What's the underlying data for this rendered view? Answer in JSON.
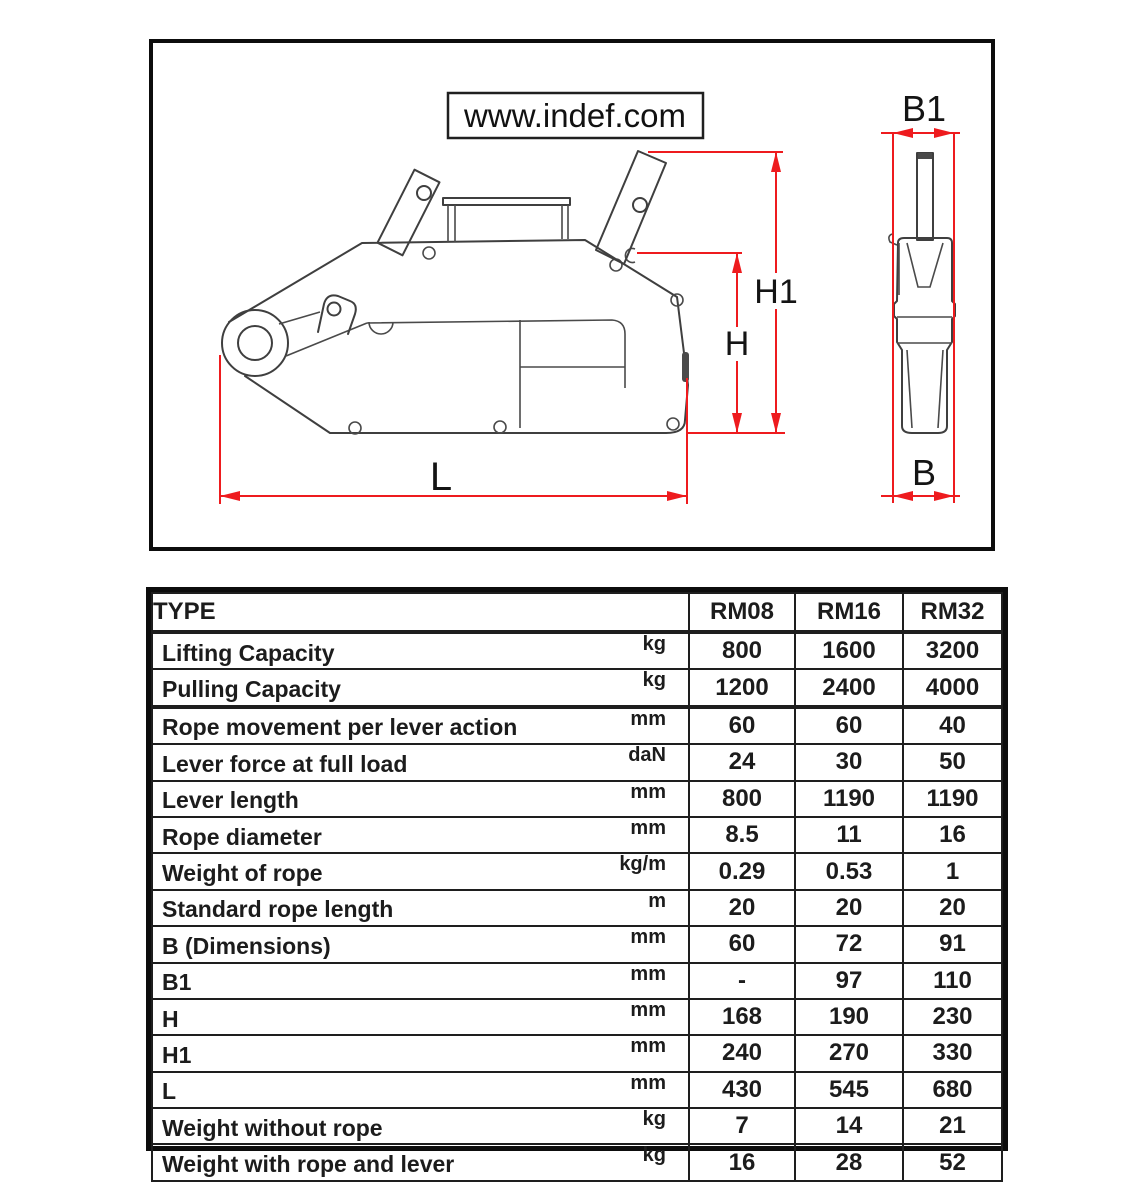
{
  "diagram": {
    "website": "www.indef.com",
    "labels": {
      "h1": "H1",
      "h": "H",
      "l": "L",
      "b1": "B1",
      "b": "B"
    },
    "accent_red": "#ee1b1e",
    "drawing_stroke": "#3f3f3f"
  },
  "table": {
    "header": {
      "type_label": "TYPE",
      "columns": [
        "RM08",
        "RM16",
        "RM32"
      ]
    },
    "rows": [
      {
        "label": "Lifting Capacity",
        "unit": "kg",
        "values": [
          "800",
          "1600",
          "3200"
        ]
      },
      {
        "label": "Pulling Capacity",
        "unit": "kg",
        "values": [
          "1200",
          "2400",
          "4000"
        ]
      },
      {
        "label": "Rope movement per lever action",
        "unit": "mm",
        "values": [
          "60",
          "60",
          "40"
        ]
      },
      {
        "label": "Lever force at full load",
        "unit": "daN",
        "values": [
          "24",
          "30",
          "50"
        ]
      },
      {
        "label": "Lever length",
        "unit": "mm",
        "values": [
          "800",
          "1190",
          "1190"
        ]
      },
      {
        "label": "Rope diameter",
        "unit": "mm",
        "values": [
          "8.5",
          "11",
          "16"
        ]
      },
      {
        "label": "Weight of rope",
        "unit": "kg/m",
        "values": [
          "0.29",
          "0.53",
          "1"
        ]
      },
      {
        "label": "Standard rope length",
        "unit": "m",
        "values": [
          "20",
          "20",
          "20"
        ]
      },
      {
        "label": "B (Dimensions)",
        "unit": "mm",
        "values": [
          "60",
          "72",
          "91"
        ]
      },
      {
        "label": "B1",
        "unit": "mm",
        "values": [
          "-",
          "97",
          "110"
        ]
      },
      {
        "label": "H",
        "unit": "mm",
        "values": [
          "168",
          "190",
          "230"
        ]
      },
      {
        "label": "H1",
        "unit": "mm",
        "values": [
          "240",
          "270",
          "330"
        ]
      },
      {
        "label": "L",
        "unit": "mm",
        "values": [
          "430",
          "545",
          "680"
        ]
      },
      {
        "label": "Weight without rope",
        "unit": "kg",
        "values": [
          "7",
          "14",
          "21"
        ]
      },
      {
        "label": "Weight with rope and lever",
        "unit": "kg",
        "values": [
          "16",
          "28",
          "52"
        ]
      }
    ]
  }
}
